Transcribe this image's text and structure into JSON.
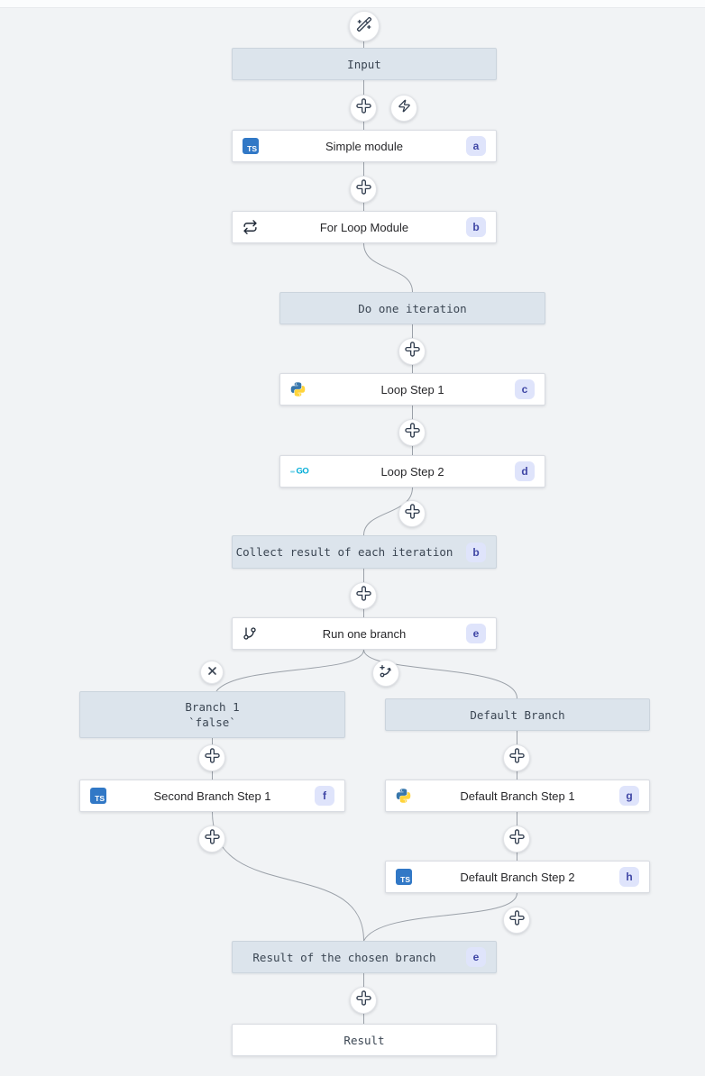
{
  "app": {
    "description": "Flow editor graph"
  },
  "colors": {
    "canvas_background": "#f1f3f5",
    "header_node_background": "#dce4ec",
    "module_node_background": "#ffffff",
    "badge_background": "#dfe4fb",
    "badge_text": "#3f46a5",
    "edge": "#9aa0a8",
    "typescript_blue": "#3178c6",
    "python_blue": "#3776ab",
    "python_yellow": "#ffd43b",
    "go_cyan": "#00acd7"
  },
  "icons": {
    "top": "wand-sparkles-icon",
    "typescript_label": "TS",
    "go_label": "GO"
  },
  "nodes": {
    "input": {
      "label": "Input"
    },
    "simple_module": {
      "label": "Simple module",
      "badge": "a",
      "language": "typescript"
    },
    "for_loop": {
      "label": "For Loop Module",
      "badge": "b",
      "icon": "repeat-icon"
    },
    "do_one_iteration": {
      "label": "Do one iteration"
    },
    "loop_step_1": {
      "label": "Loop Step 1",
      "badge": "c",
      "language": "python"
    },
    "loop_step_2": {
      "label": "Loop Step 2",
      "badge": "d",
      "language": "go"
    },
    "collect": {
      "label": "Collect result of each iteration",
      "badge": "b"
    },
    "run_one_branch": {
      "label": "Run one branch",
      "badge": "e",
      "icon": "git-branch-icon"
    },
    "branch_1": {
      "label": "Branch 1",
      "expr": "`false`"
    },
    "default_branch": {
      "label": "Default Branch"
    },
    "second_branch_step_1": {
      "label": "Second Branch Step 1",
      "badge": "f",
      "language": "typescript"
    },
    "default_branch_step_1": {
      "label": "Default Branch Step 1",
      "badge": "g",
      "language": "python"
    },
    "default_branch_step_2": {
      "label": "Default Branch Step 2",
      "badge": "h",
      "language": "typescript"
    },
    "result_of_chosen_branch": {
      "label": "Result of the chosen branch",
      "badge": "e"
    },
    "result": {
      "label": "Result"
    }
  }
}
